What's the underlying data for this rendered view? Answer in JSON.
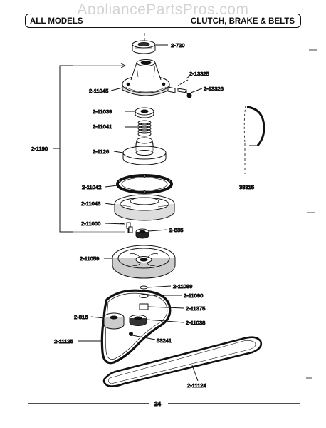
{
  "watermark": "AppliancePartsPros.com",
  "header": {
    "models": "ALL MODELS",
    "section": "CLUTCH, BRAKE & BELTS"
  },
  "labels": {
    "p2_720": "2-720",
    "p2_13325": "2-13325",
    "p2_13326": "2-13326",
    "p2_11045": "2-11045",
    "p2_11039": "2-11039",
    "p2_11041": "2-11041",
    "p2_1190": "2-1190",
    "p2_1126": "2-1126",
    "p2_11042": "2-11042",
    "p2_11043": "2-11043",
    "p2_11000": "2-11000",
    "p2_835": "2-835",
    "p2_11059": "2-11059",
    "p2_11089": "2-11089",
    "p2_11090": "2-11090",
    "p2_11375": "2-11375",
    "p2_816": "2-816",
    "p2_11038": "2-11038",
    "p53241": "53241",
    "p2_11125": "2-11125",
    "p2_11124": "2-11124",
    "p38315": "38315"
  },
  "page_number": "24"
}
